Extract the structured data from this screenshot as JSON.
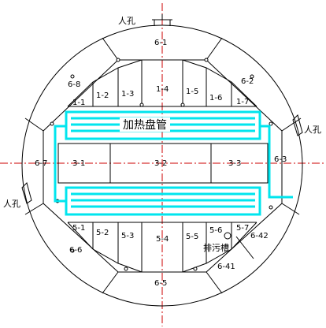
{
  "heating_coil": "加热盘管",
  "manholes": {
    "top": "人孔",
    "right": "人孔",
    "left": "人孔"
  },
  "drain": "排污槽",
  "sections": {
    "top": "6-1",
    "upper_left": "6-8",
    "upper_right": "6-2",
    "left": "6-7",
    "right": "6-3",
    "lower_left": "6-6",
    "lower_right_a": "6-42",
    "lower_right_b": "6-41",
    "bottom": "6-5"
  },
  "upper_row": [
    "1-1",
    "1-2",
    "1-3",
    "1-4",
    "1-5",
    "1-6",
    "1-7"
  ],
  "middle_row": [
    "3-1",
    "3-2",
    "3-3"
  ],
  "lower_row": [
    "5-1",
    "5-2",
    "5-3",
    "5-4",
    "5-5",
    "5-6",
    "5-7"
  ],
  "colors": {
    "coil": "#00e5ee",
    "centerline": "#cc0000",
    "line": "#000000"
  }
}
